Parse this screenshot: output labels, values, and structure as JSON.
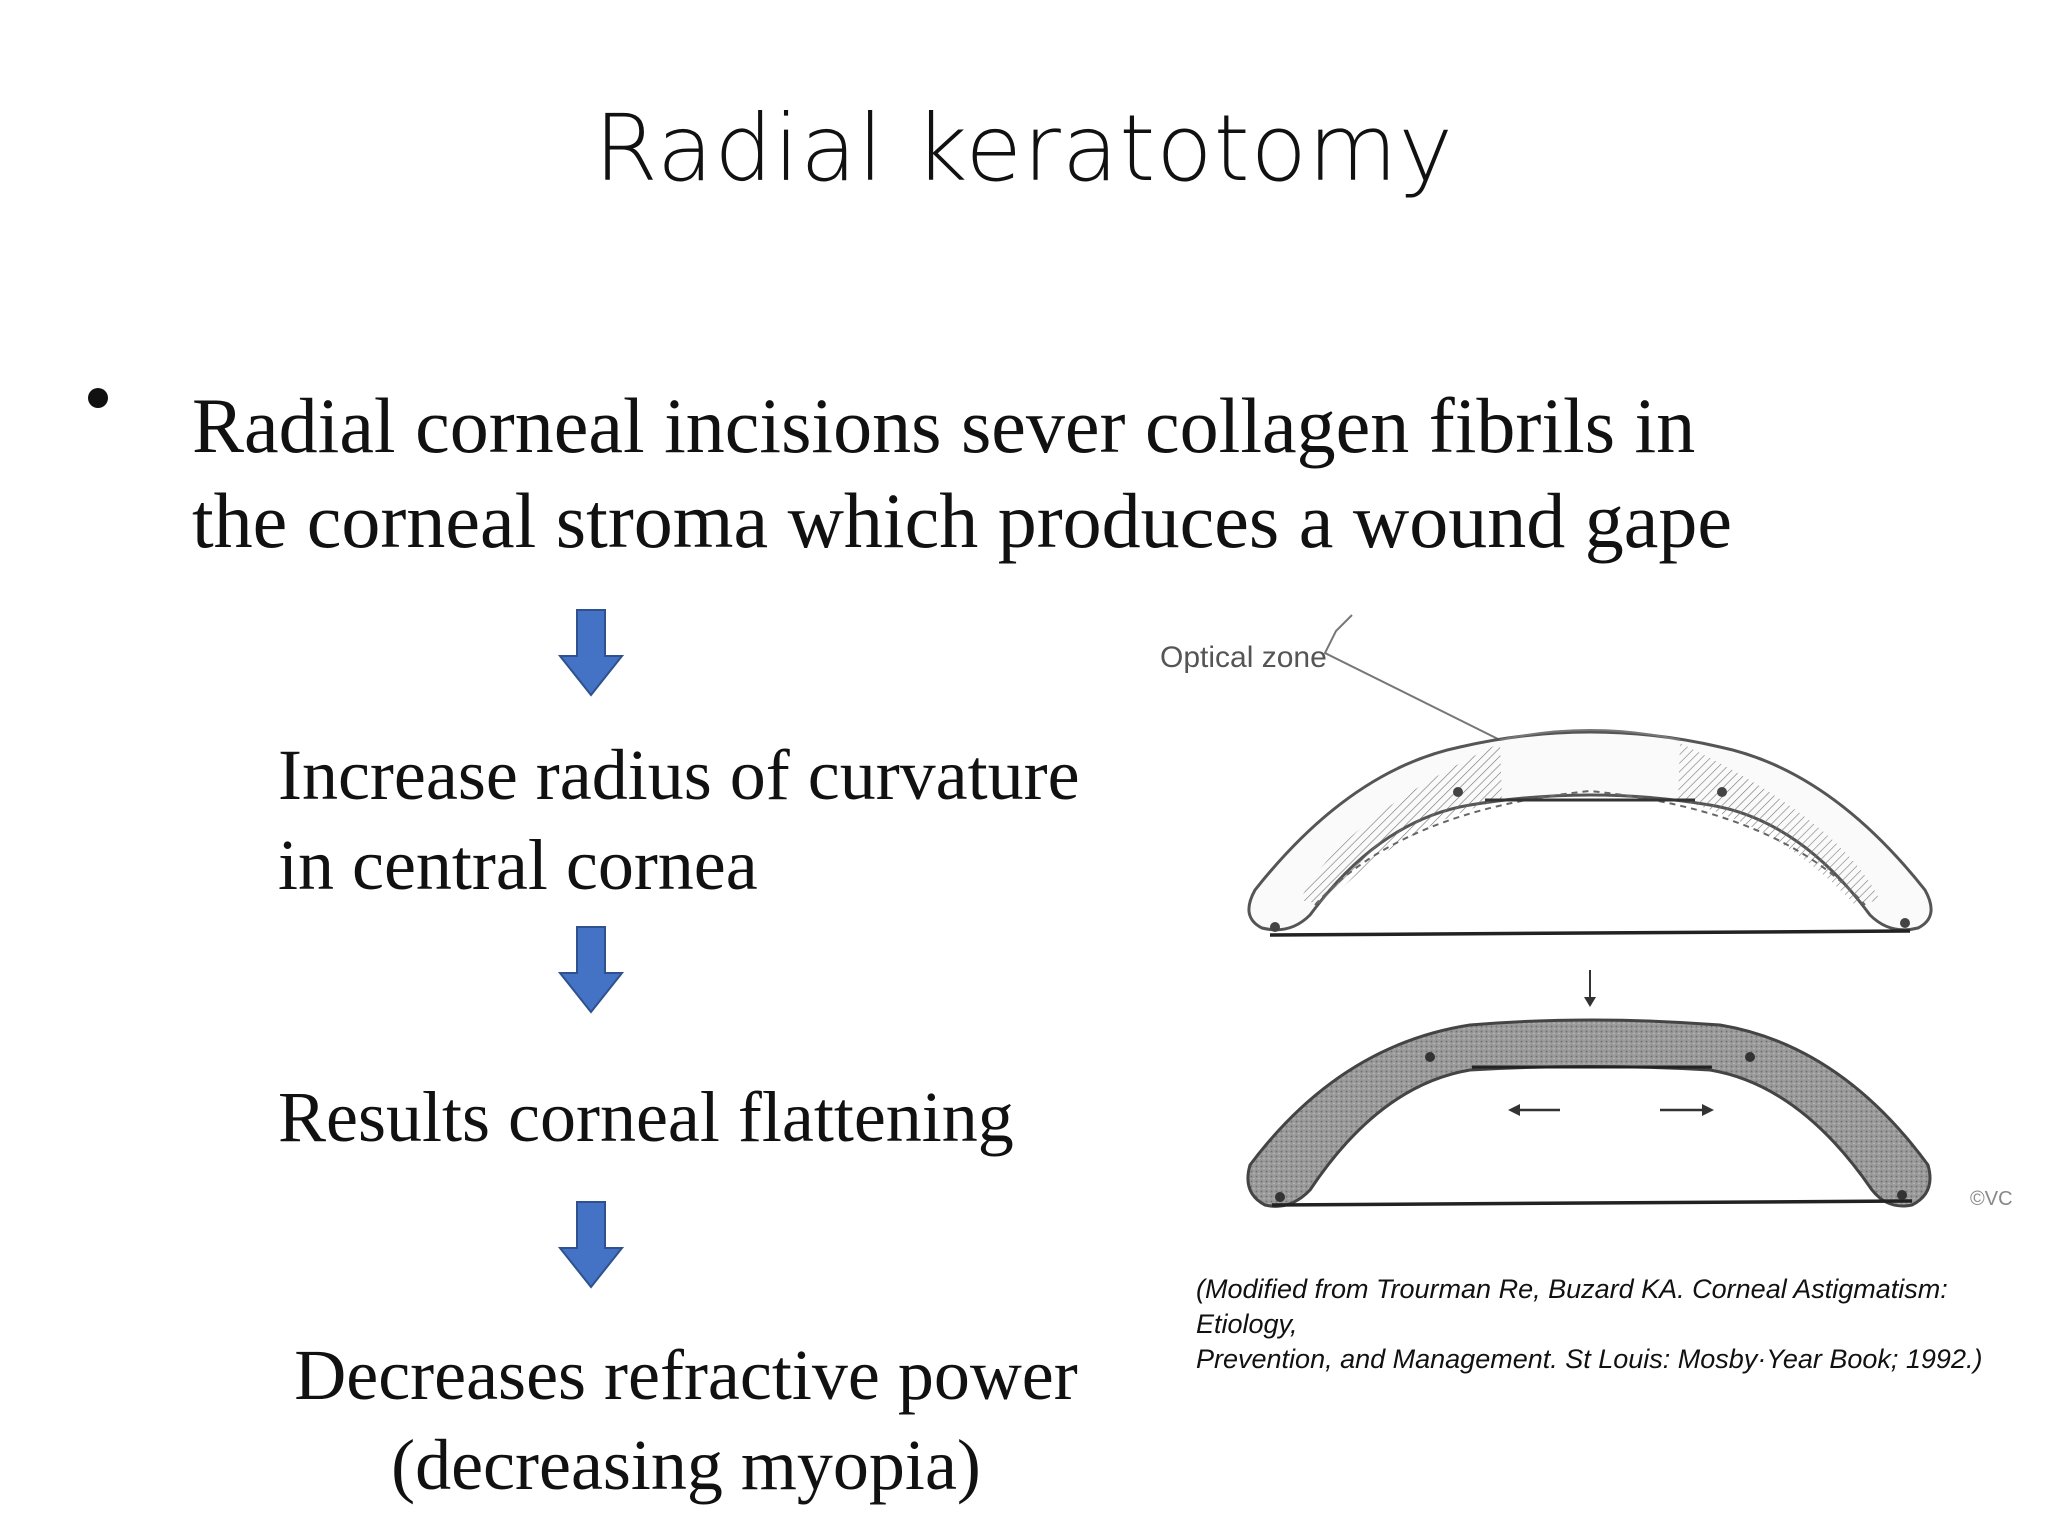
{
  "slide": {
    "title": "Radial keratotomy",
    "bullet_line1": "Radial corneal incisions sever collagen fibrils in",
    "bullet_line2": "the corneal stroma which produces a wound gape",
    "step1_line1": "Increase radius of curvature",
    "step1_line2": "in central cornea",
    "step2": "Results corneal flattening",
    "step3_line1": "Decreases refractive power",
    "step3_line2": "(decreasing myopia)"
  },
  "figure": {
    "label_optical_zone": "Optical zone",
    "initials": "©VC",
    "caption_line1": "(Modified from Trourman Re, Buzard KA. Corneal Astigmatism: Etiology,",
    "caption_line2": "Prevention, and Management. St Louis: Mosby·Year Book; 1992.)"
  },
  "colors": {
    "arrow_fill": "#4472C4",
    "arrow_stroke": "#2F528F"
  }
}
